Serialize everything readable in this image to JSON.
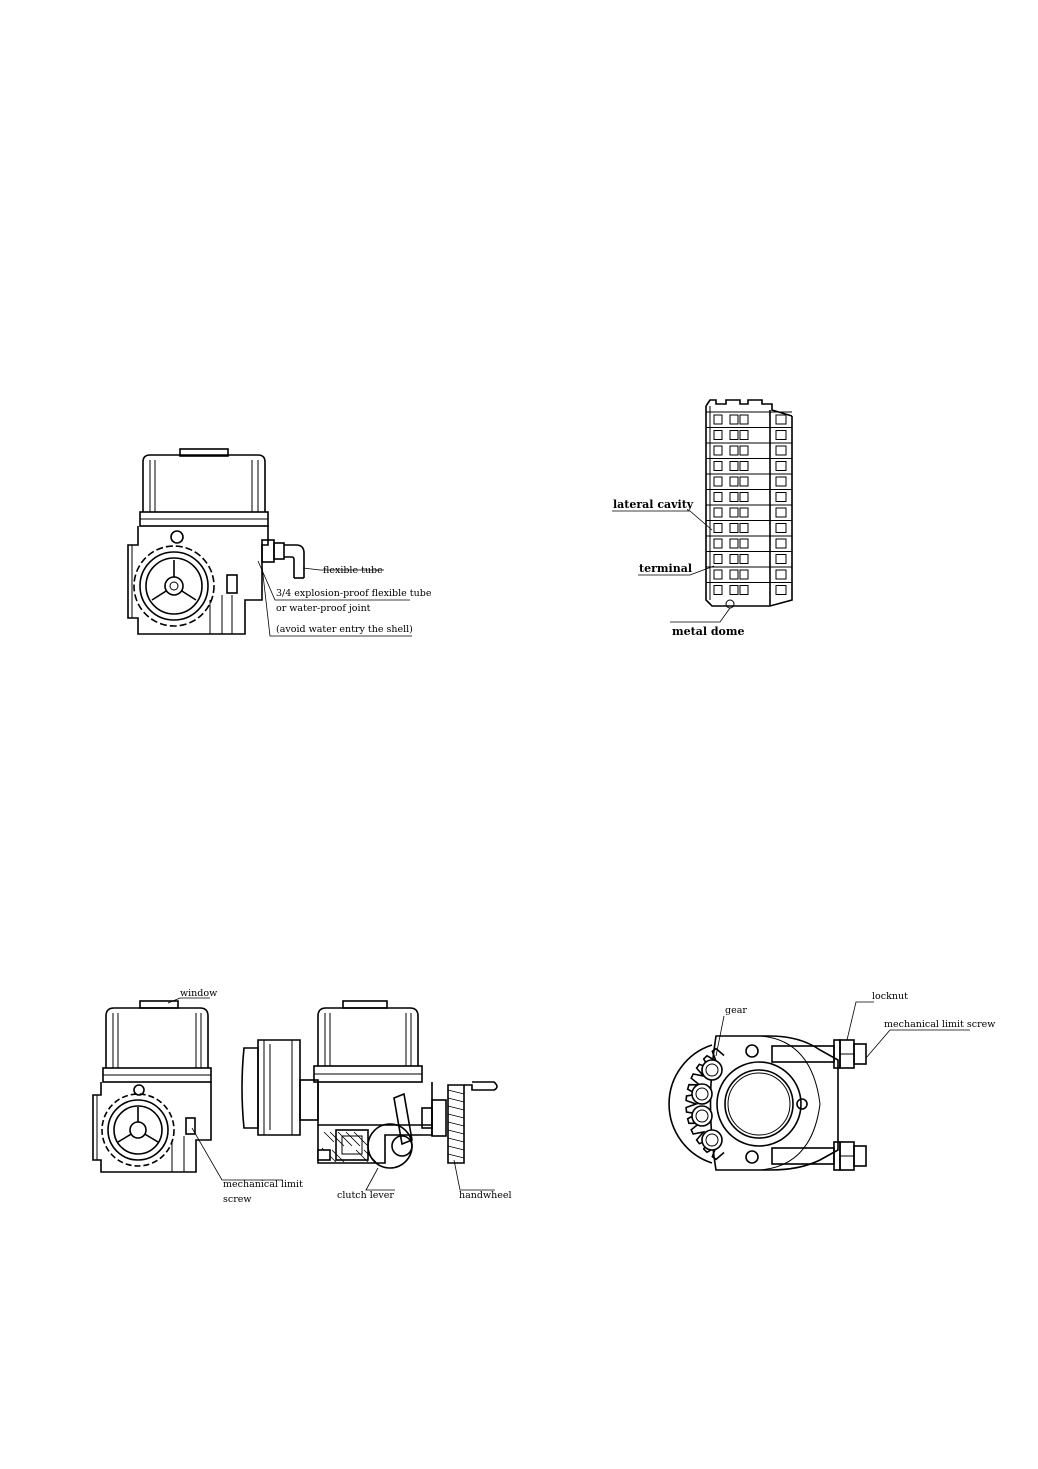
{
  "figures": {
    "fig1": {
      "labels": {
        "flexible_tube": "flexible tube",
        "explosion_proof_line1": "3/4 explosion-proof flexible tube",
        "explosion_proof_line2": "or water-proof joint",
        "avoid_water": "(avoid water entry the shell)"
      }
    },
    "fig2": {
      "labels": {
        "lateral_cavity": "lateral cavity",
        "terminal": "terminal",
        "metal_dome": "metal dome"
      }
    },
    "fig3": {
      "labels": {
        "window": "window",
        "mechanical_limit_line1": "mechanical limit",
        "mechanical_limit_line2": "screw",
        "clutch_lever": "clutch lever",
        "handwheel": "handwheel"
      }
    },
    "fig4": {
      "labels": {
        "gear": "gear",
        "locknut": "locknut",
        "mechanical_limit_screw": "mechanical limit screw"
      }
    }
  }
}
